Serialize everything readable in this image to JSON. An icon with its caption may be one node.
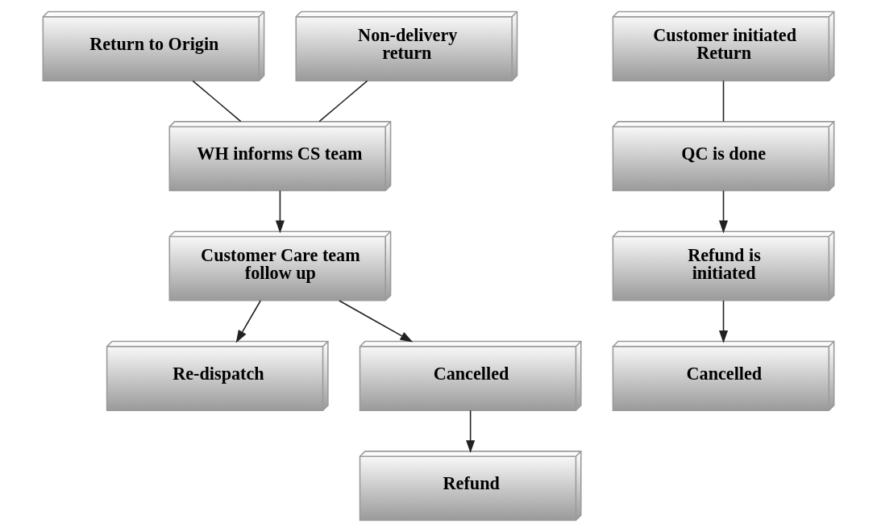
{
  "diagram": {
    "nodes": [
      {
        "text": [
          "Return to Origin"
        ]
      },
      {
        "text": [
          "Non-delivery return"
        ]
      },
      {
        "text": [
          "WH informs CS team"
        ]
      },
      {
        "text": [
          "Customer Care team follow up"
        ]
      },
      {
        "text": [
          "Re-dispatch"
        ]
      },
      {
        "text": [
          "Cancelled"
        ]
      },
      {
        "text": [
          "Refund"
        ]
      },
      {
        "text": [
          "Customer initiated Return"
        ]
      },
      {
        "text": [
          "QC is done"
        ]
      },
      {
        "text": [
          "Refund is initiated"
        ]
      },
      {
        "text": [
          "Cancelled"
        ]
      }
    ],
    "edges": [
      {
        "from": 0,
        "to": 2,
        "arrow": "none"
      },
      {
        "from": 1,
        "to": 2,
        "arrow": "none"
      },
      {
        "from": 2,
        "to": 3,
        "arrow": "to"
      },
      {
        "from": 3,
        "to": 4,
        "arrow": "to"
      },
      {
        "from": 3,
        "to": 5,
        "arrow": "to"
      },
      {
        "from": 5,
        "to": 6,
        "arrow": "to"
      },
      {
        "from": 7,
        "to": 8,
        "arrow": "none"
      },
      {
        "from": 8,
        "to": 9,
        "arrow": "to"
      },
      {
        "from": 9,
        "to": 10,
        "arrow": "to"
      }
    ]
  }
}
